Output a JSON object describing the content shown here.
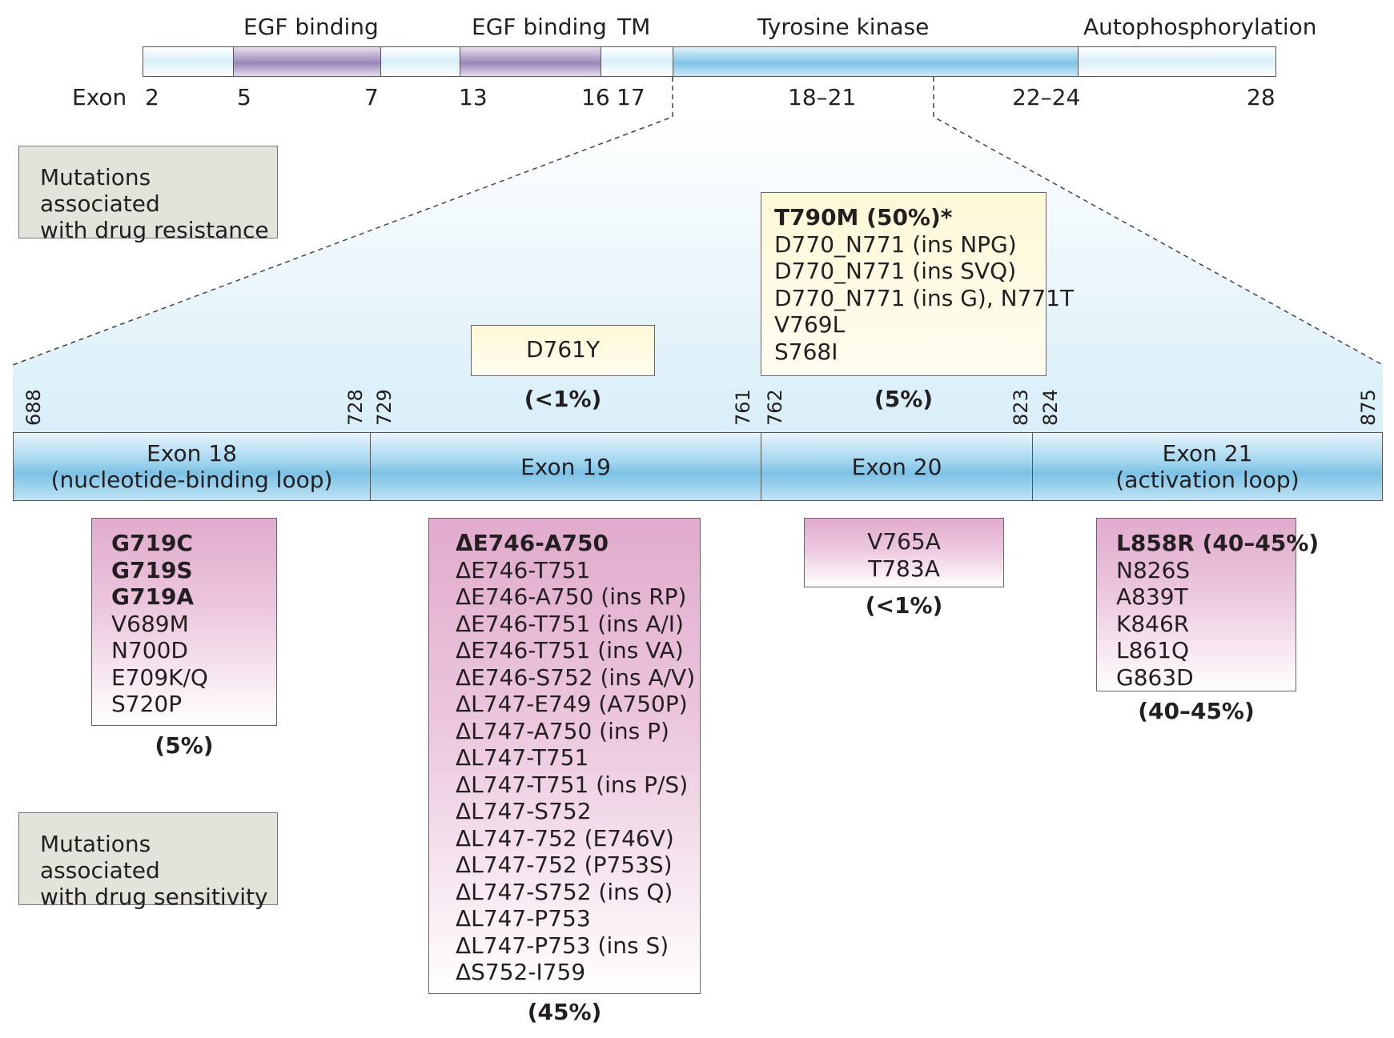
{
  "domains": [
    {
      "label": "EGF binding"
    },
    {
      "label": "EGF binding"
    },
    {
      "label": "TM"
    },
    {
      "label": "Tyrosine kinase"
    },
    {
      "label": "Autophosphorylation"
    }
  ],
  "exon_axis": {
    "label": "Exon",
    "ticks": [
      "2",
      "5",
      "7",
      "13",
      "16",
      "17",
      "18–21",
      "22–24",
      "28"
    ]
  },
  "colors": {
    "egf_domain": "#9a86b7",
    "kinase_domain": "#7cc2e6",
    "resistance_box": "#fdf8d6",
    "sensitivity_box": "#e1abcd",
    "legend_box": "#e3e3dc"
  },
  "legend": {
    "resistance": [
      "Mutations associated",
      "with drug resistance"
    ],
    "sensitivity": [
      "Mutations associated",
      "with drug sensitivity"
    ]
  },
  "positions": [
    "688",
    "728",
    "729",
    "761",
    "762",
    "823",
    "824",
    "875"
  ],
  "exons": [
    {
      "lines": [
        "Exon 18",
        "(nucleotide-binding loop)"
      ]
    },
    {
      "lines": [
        "Exon 19"
      ]
    },
    {
      "lines": [
        "Exon 20"
      ]
    },
    {
      "lines": [
        "Exon 21",
        "(activation loop)"
      ]
    }
  ],
  "resistance": {
    "exon19": {
      "mutations": [
        "D761Y"
      ],
      "frequency": "(<1%)"
    },
    "exon20": {
      "mutations": [
        "T790M (50%)*",
        "D770_N771 (ins NPG)",
        "D770_N771 (ins SVQ)",
        "D770_N771 (ins G), N771T",
        "V769L",
        "S768I"
      ],
      "frequency": "(5%)"
    }
  },
  "sensitivity": {
    "exon18": {
      "mutations": [
        "G719C",
        "G719S",
        "G719A",
        "V689M",
        "N700D",
        "E709K/Q",
        "S720P"
      ],
      "frequency": "(5%)"
    },
    "exon19": {
      "mutations": [
        "ΔE746-A750",
        "ΔE746-T751",
        "ΔE746-A750 (ins RP)",
        "ΔE746-T751 (ins A/I)",
        "ΔE746-T751 (ins VA)",
        "ΔE746-S752 (ins A/V)",
        "ΔL747-E749 (A750P)",
        "ΔL747-A750 (ins P)",
        "ΔL747-T751",
        "ΔL747-T751 (ins P/S)",
        "ΔL747-S752",
        "ΔL747-752 (E746V)",
        "ΔL747-752 (P753S)",
        "ΔL747-S752 (ins Q)",
        "ΔL747-P753",
        "ΔL747-P753 (ins S)",
        "ΔS752-I759"
      ],
      "frequency": "(45%)"
    },
    "exon20": {
      "mutations": [
        "V765A",
        "T783A"
      ],
      "frequency": "(<1%)"
    },
    "exon21": {
      "mutations": [
        "L858R (40–45%)",
        "N826S",
        "A839T",
        "K846R",
        "L861Q",
        "G863D"
      ],
      "frequency": "(40–45%)"
    }
  }
}
